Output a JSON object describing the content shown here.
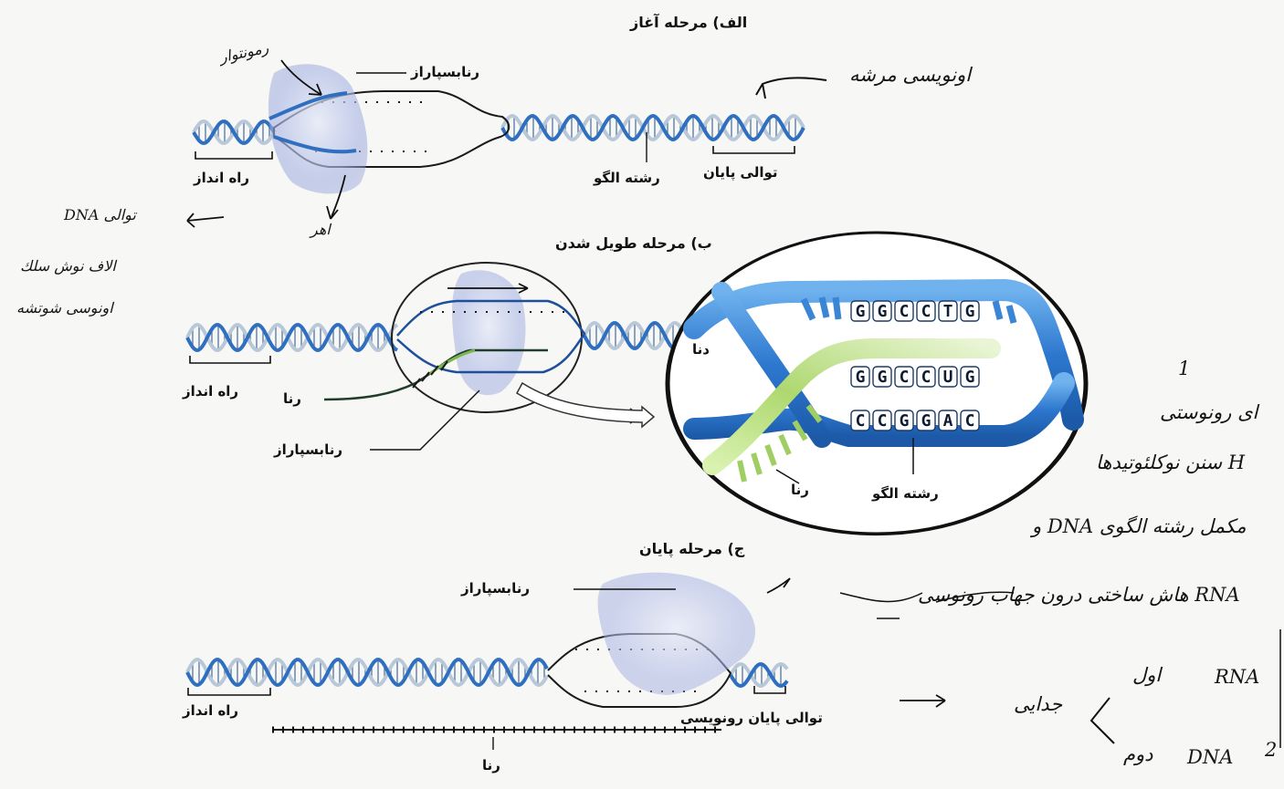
{
  "stages": {
    "initiation": {
      "title": "الف) مرحله آغاز",
      "polymerase": "رنابسپاراز",
      "promoter": "راه انداز",
      "template_strand": "رشته الگو",
      "terminator": "توالی پایان"
    },
    "elongation": {
      "title": "ب) مرحله طویل شدن",
      "promoter": "راه انداز",
      "rna": "رنا",
      "polymerase": "رنابسپاراز",
      "zoom": {
        "dna": "دنا",
        "rna": "رنا",
        "template_strand": "رشته الگو",
        "top_bases": [
          "G",
          "G",
          "C",
          "C",
          "T",
          "G"
        ],
        "rna_bases": [
          "G",
          "G",
          "C",
          "C",
          "U",
          "G"
        ],
        "template_bases": [
          "C",
          "C",
          "G",
          "G",
          "A",
          "C"
        ]
      }
    },
    "termination": {
      "title": "ج) مرحله پایان",
      "polymerase": "رنابسپاراز",
      "promoter": "راه انداز",
      "terminator": "توالی پایان رونویسی",
      "rna": "رنا"
    }
  },
  "handwriting": {
    "top_right": "اونویسی مرشه",
    "left_1": "توالی DNA",
    "left_2": "الاف نوش سلك",
    "left_3": "اونوسی شوتشه",
    "near_polymerase_top": "رمونتوار",
    "near_polymerase_bottom": "اهر",
    "right_1": "ای رونوستی",
    "right_2": "H سنن نوکلئوتیدها",
    "right_3": "مکمل رشته الگوی DNA و",
    "right_4": "RNA هاش ساختی درون جهاب رونوسی",
    "split_word": "جدایی",
    "first_ordinal": "اول",
    "second_ordinal": "دوم",
    "first_item": "RNA",
    "second_item": "DNA",
    "one_mark": "1",
    "two_mark": "2"
  },
  "colors": {
    "dna_blue": "#2f6fc0",
    "dna_light": "#b8c8d8",
    "polymerase": "#b9c3e8",
    "rna_green": "#a9d36a",
    "ink": "#111111"
  }
}
